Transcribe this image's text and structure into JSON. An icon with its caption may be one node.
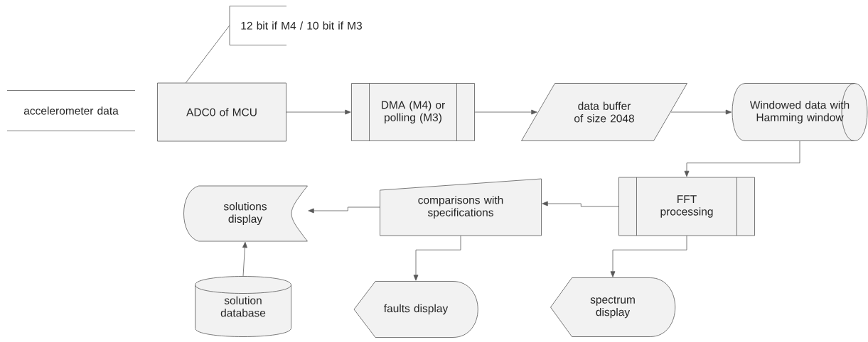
{
  "diagram": {
    "nodes": [
      {
        "text": [
          "accelerometer data"
        ]
      },
      {
        "text": [
          "12 bit if M4 / 10 bit if M3"
        ]
      },
      {
        "text": [
          "ADC0 of MCU"
        ]
      },
      {
        "text": [
          "DMA (M4) or polling (M3)"
        ]
      },
      {
        "text": [
          "data buffer of size 2048"
        ]
      },
      {
        "text": [
          "Windowed data with Hamming window"
        ]
      },
      {
        "text": [
          "FFT processing"
        ]
      },
      {
        "text": [
          "comparisons with specifications"
        ]
      },
      {
        "text": [
          "solutions display"
        ]
      },
      {
        "text": [
          "solution database"
        ]
      },
      {
        "text": [
          "faults display"
        ]
      },
      {
        "text": [
          "spectrum display"
        ]
      }
    ],
    "edges": [
      {
        "from": 1,
        "to": 2,
        "arrow": "none"
      },
      {
        "from": 2,
        "to": 3,
        "arrow": "to"
      },
      {
        "from": 3,
        "to": 4,
        "arrow": "to"
      },
      {
        "from": 4,
        "to": 5,
        "arrow": "to"
      },
      {
        "from": 5,
        "to": 6,
        "arrow": "to"
      },
      {
        "from": 6,
        "to": 7,
        "arrow": "to"
      },
      {
        "from": 7,
        "to": 8,
        "arrow": "to"
      },
      {
        "from": 9,
        "to": 8,
        "arrow": "to"
      },
      {
        "from": 7,
        "to": 10,
        "arrow": "to"
      },
      {
        "from": 6,
        "to": 11,
        "arrow": "to"
      }
    ]
  }
}
